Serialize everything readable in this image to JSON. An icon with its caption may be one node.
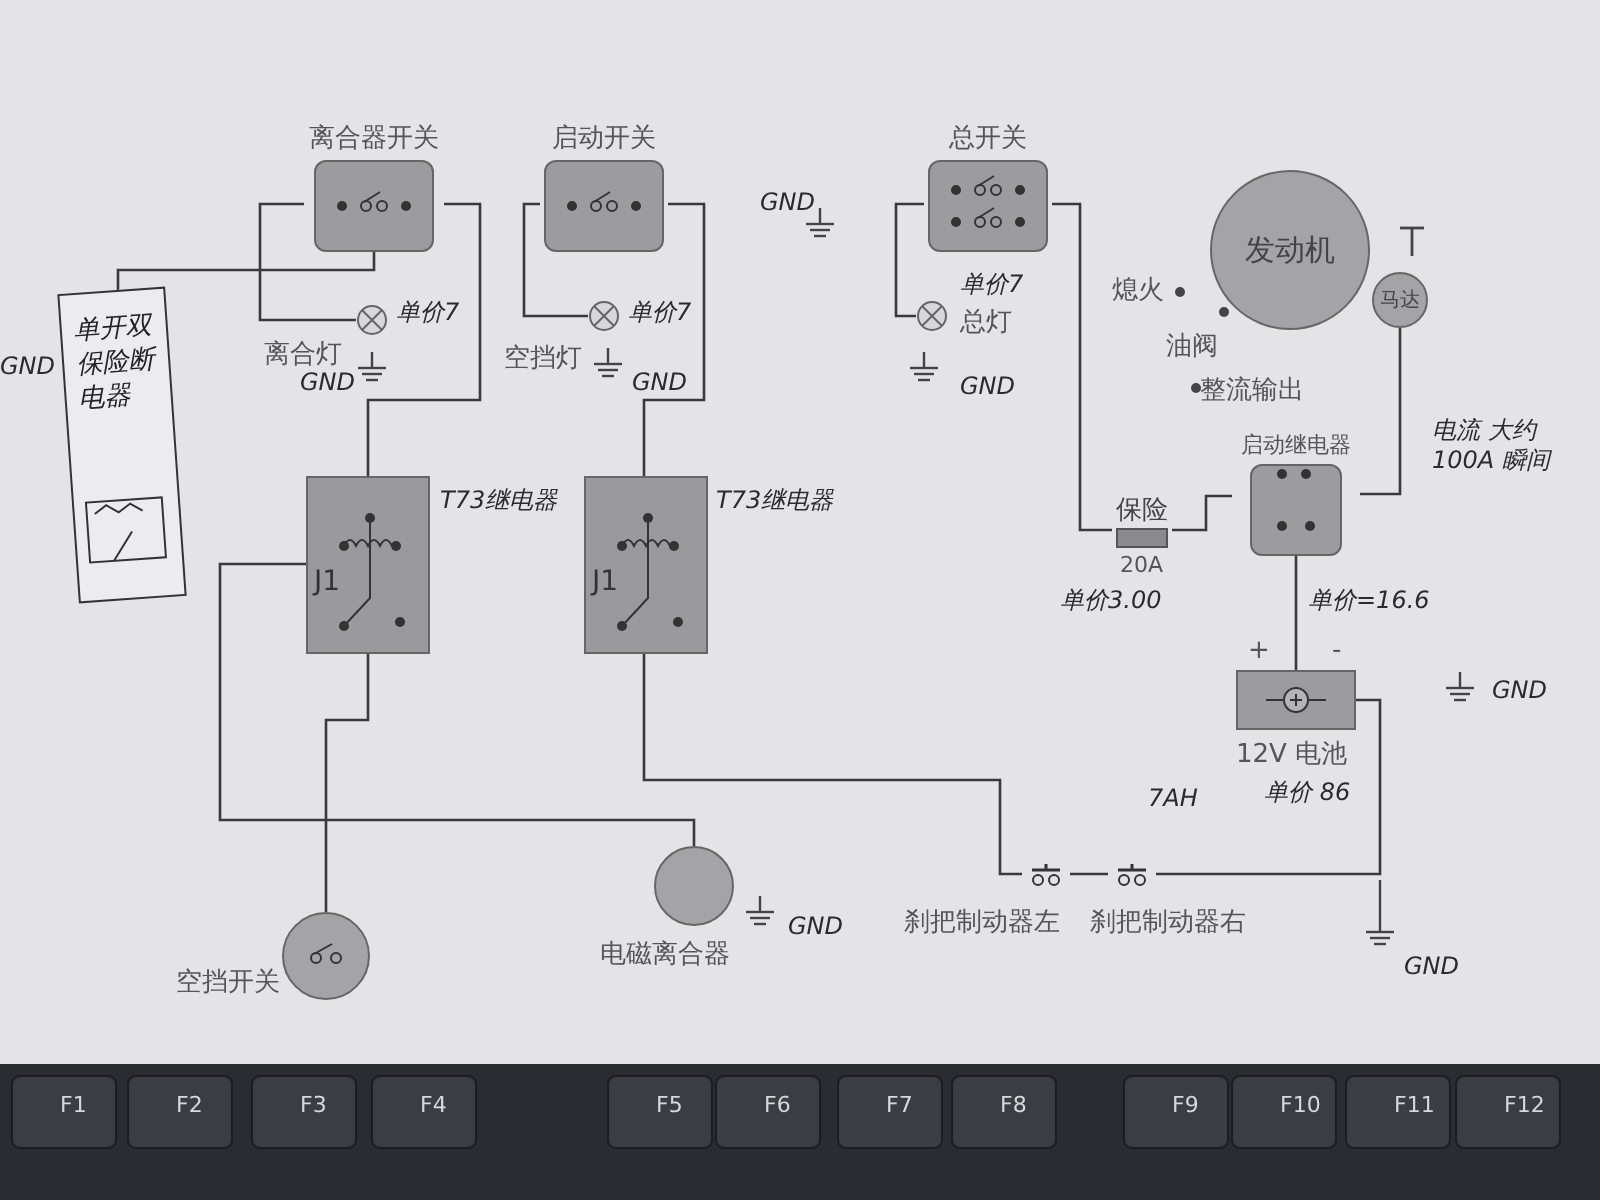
{
  "diagram": {
    "nodes": [
      {
        "text": [
          "离合器开关"
        ]
      },
      {
        "text": [
          "启动开关"
        ]
      },
      {
        "text": [
          "总开关"
        ]
      },
      {
        "text": [],
        "shape": "circle",
        "beside": [
          "离合灯"
        ]
      },
      {
        "text": [],
        "shape": "circle",
        "beside": [
          "空挡灯"
        ]
      },
      {
        "text": [],
        "shape": "circle",
        "beside": [
          "总灯"
        ]
      },
      {
        "text": [
          "发动机"
        ]
      },
      {
        "text": [
          "马达"
        ]
      },
      {
        "text": [
          "J1"
        ],
        "beside": [
          "T73继电器"
        ]
      },
      {
        "text": [
          "J1"
        ],
        "beside": [
          "T73继电器"
        ]
      },
      {
        "text": [
          "启动继电器"
        ]
      },
      {
        "text": [
          "保险"
        ],
        "beside": [
          "20A"
        ]
      },
      {
        "text": [],
        "shape": "box",
        "beside": [
          "+",
          "-",
          "12V 电池"
        ]
      },
      {
        "text": [],
        "shape": "circle",
        "beside": [
          "空挡开关"
        ]
      },
      {
        "text": [],
        "shape": "circle",
        "beside": [
          "电磁离合器"
        ]
      },
      {
        "text": [],
        "shape": "switch",
        "beside": [
          "刹把制动器左"
        ]
      },
      {
        "text": [],
        "shape": "switch",
        "beside": [
          "刹把制动器右"
        ]
      },
      {
        "text": [
          "单开双保险断电器"
        ]
      }
    ],
    "edges": [
      {
        "from": 0,
        "to": 3,
        "arrow": "none"
      },
      {
        "from": 1,
        "to": 4,
        "arrow": "none"
      },
      {
        "from": 2,
        "to": 5,
        "arrow": "none"
      },
      {
        "from": 0,
        "to": 8,
        "arrow": "none"
      },
      {
        "from": 1,
        "to": 9,
        "arrow": "none"
      },
      {
        "from": 2,
        "to": 11,
        "arrow": "none"
      },
      {
        "from": 11,
        "to": 10,
        "arrow": "none"
      },
      {
        "from": 10,
        "to": 12,
        "arrow": "none"
      },
      {
        "from": 10,
        "to": 7,
        "arrow": "none"
      },
      {
        "from": 12,
        "to": 16,
        "arrow": "none"
      },
      {
        "from": 16,
        "to": 15,
        "arrow": "none"
      },
      {
        "from": 15,
        "to": 9,
        "arrow": "none"
      },
      {
        "from": 14,
        "to": 8,
        "arrow": "none"
      },
      {
        "from": 13,
        "to": 8,
        "arrow": "none"
      },
      {
        "from": 17,
        "to": 0,
        "arrow": "none"
      }
    ],
    "labels": [
      "GND",
      "单价7",
      "单价7",
      "单价7",
      "熄火",
      "GND",
      "GND",
      "GND",
      "油阀",
      "GND",
      "整流输出",
      "电流 大约100A 瞬间",
      "单价3.00",
      "单价=16.6",
      "GND",
      "7AH",
      "单价 86",
      "GND",
      "GND",
      "F1",
      "F2",
      "F3",
      "F4",
      "F5",
      "F6",
      "F7",
      "F8",
      "F9",
      "F10",
      "F11",
      "F12"
    ]
  }
}
